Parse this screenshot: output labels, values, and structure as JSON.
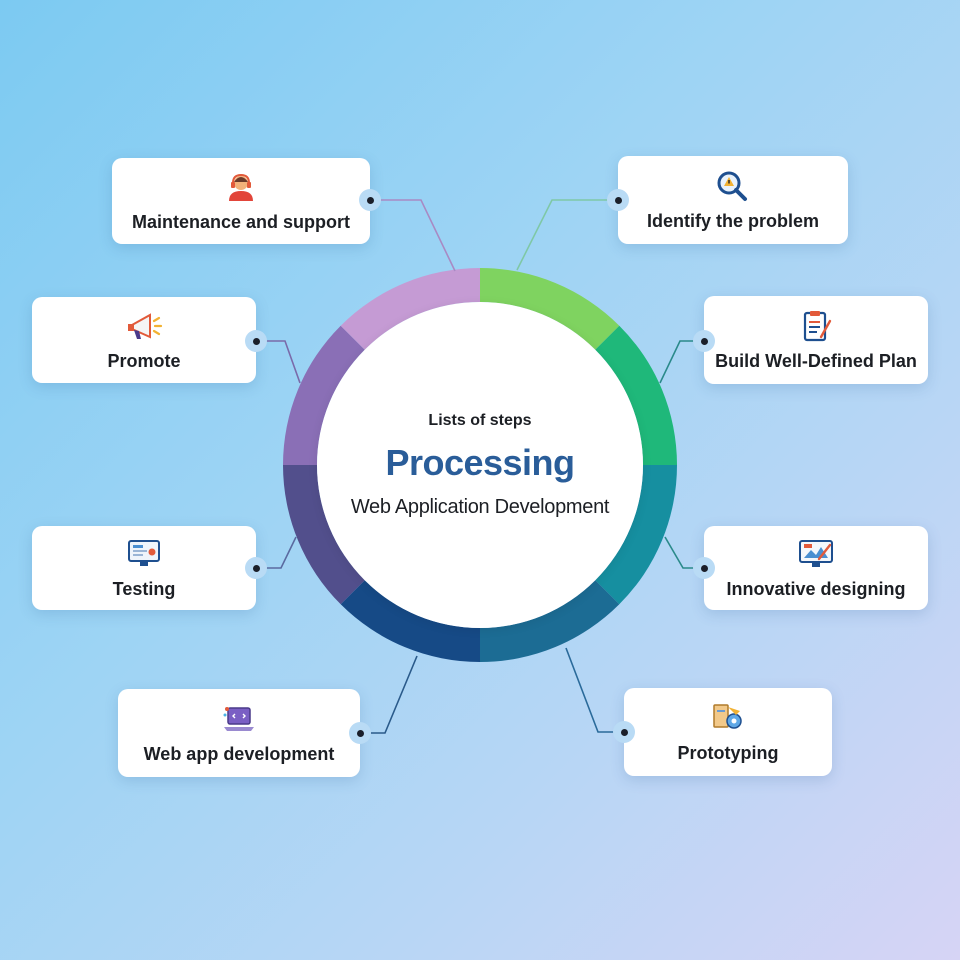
{
  "center": {
    "kicker": "Lists of steps",
    "title": "Processing",
    "subtitle": "Web Application Development"
  },
  "ring_colors": [
    "#7fd360",
    "#1fb87a",
    "#168fa0",
    "#1c6c94",
    "#164a86",
    "#524f8c",
    "#8a6fb6",
    "#c59bd4"
  ],
  "steps": [
    {
      "label": "Identify the problem",
      "icon": "magnifier-warning-icon"
    },
    {
      "label": "Build Well-Defined Plan",
      "icon": "clipboard-checklist-icon"
    },
    {
      "label": "Innovative designing",
      "icon": "design-monitor-icon"
    },
    {
      "label": "Prototyping",
      "icon": "prototype-tools-icon"
    },
    {
      "label": "Web app development",
      "icon": "laptop-code-icon"
    },
    {
      "label": "Testing",
      "icon": "testing-screen-icon"
    },
    {
      "label": "Promote",
      "icon": "megaphone-icon"
    },
    {
      "label": "Maintenance and support",
      "icon": "support-agent-icon"
    }
  ]
}
